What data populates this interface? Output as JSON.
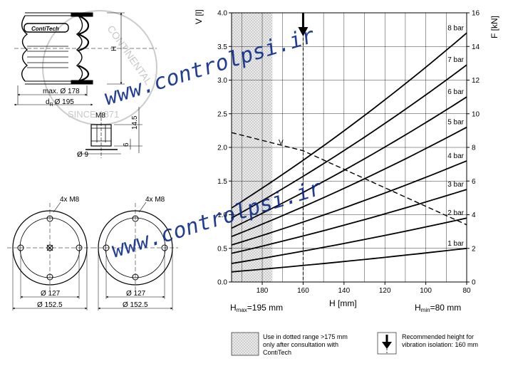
{
  "drawing": {
    "brand": "ContiTech",
    "stamp_text": "CONTINENTAL",
    "stamp_text_lower": "SINCE 1871",
    "dims": {
      "height_label": "H",
      "max_dia": "max. Ø 178",
      "dr_label": "d",
      "dr_sub": "R",
      "dr_value": "Ø 195",
      "m8_label": "M8",
      "dim_145": "14.5",
      "dim_6": "6",
      "dia9": "Ø 9",
      "bolt_top_left": "4x M8",
      "bolt_top_right": "4x M8",
      "pcd_left": "Ø 127",
      "outer_left": "Ø 152.5",
      "pcd_right": "Ø 127",
      "outer_right": "Ø 152.5"
    }
  },
  "chart_data": {
    "type": "line",
    "xlabel": "H [mm]",
    "ylabel_left": "V [l]",
    "ylabel_right": "F [kN]",
    "x_ticks": [
      180,
      160,
      140,
      120,
      100,
      80
    ],
    "x_range": [
      195,
      80
    ],
    "y_left_ticks": [
      "0.0",
      "0.5",
      "1.0",
      "1.5",
      "2.0",
      "2.5",
      "3.0",
      "3.5",
      "4.0"
    ],
    "y_left_range": [
      0,
      4
    ],
    "y_right_ticks": [
      "0",
      "2",
      "4",
      "6",
      "8",
      "10",
      "12",
      "14",
      "16"
    ],
    "y_right_range": [
      0,
      16
    ],
    "force_series": [
      {
        "name": "1 bar",
        "x": [
          195,
          80
        ],
        "F": [
          0.6,
          2.0
        ]
      },
      {
        "name": "2 bar",
        "x": [
          195,
          80
        ],
        "F": [
          1.1,
          3.8
        ]
      },
      {
        "name": "3 bar",
        "x": [
          195,
          80
        ],
        "F": [
          1.7,
          5.5
        ]
      },
      {
        "name": "4 bar",
        "x": [
          195,
          80
        ],
        "F": [
          2.2,
          7.2
        ]
      },
      {
        "name": "5 bar",
        "x": [
          195,
          80
        ],
        "F": [
          2.7,
          9.2
        ]
      },
      {
        "name": "6 bar",
        "x": [
          195,
          80
        ],
        "F": [
          3.2,
          11.0
        ]
      },
      {
        "name": "7 bar",
        "x": [
          195,
          80
        ],
        "F": [
          3.8,
          12.9
        ]
      },
      {
        "name": "8 bar",
        "x": [
          195,
          80
        ],
        "F": [
          4.4,
          14.8
        ]
      }
    ],
    "volume_series": {
      "name": "V",
      "x": [
        195,
        160,
        120,
        80
      ],
      "V": [
        2.22,
        1.95,
        1.4,
        0.85
      ]
    },
    "dotted_range": [
      195,
      175
    ],
    "recommended_height": 160,
    "h_max_label": "H",
    "h_max_sub": "max",
    "h_max_value": "=195 mm",
    "h_min_label": "H",
    "h_min_sub": "min",
    "h_min_value": "=80 mm"
  },
  "legend": {
    "dotted_text": [
      "Use in dotted range >175 mm",
      "only after consultation with",
      "ContiTech"
    ],
    "arrow_text": [
      "Recommended height for",
      "vibration isolation: 160 mm"
    ]
  },
  "watermark": {
    "text": "www.controlpsi.ir"
  }
}
